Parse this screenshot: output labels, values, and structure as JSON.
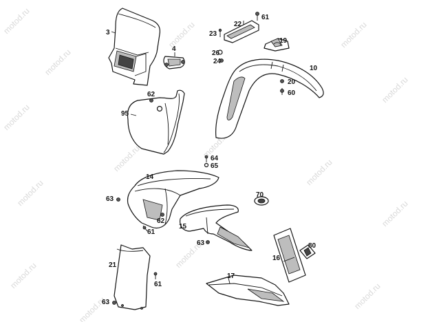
{
  "watermark": "motod.ru",
  "labels": {
    "p3": "3",
    "p4": "4",
    "p10": "10",
    "p14": "14",
    "p15": "15",
    "p16": "16",
    "p17": "17",
    "p19": "19",
    "p20": "20",
    "p21": "21",
    "p22": "22",
    "p23": "23",
    "p24": "24",
    "p26": "26",
    "p60": "60",
    "p61a": "61",
    "p61b": "61",
    "p61c": "61",
    "p62a": "62",
    "p62b": "62",
    "p63a": "63",
    "p63b": "63",
    "p63c": "63",
    "p64": "64",
    "p65": "65",
    "p70": "70",
    "p80": "80",
    "p95": "95"
  }
}
